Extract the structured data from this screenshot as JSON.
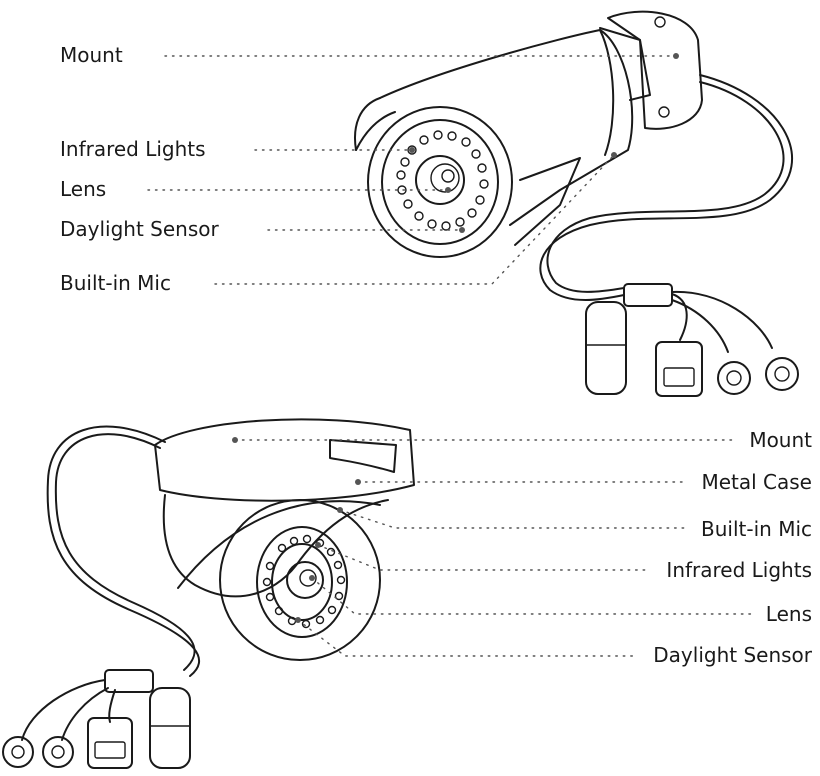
{
  "bullet_labels": {
    "mount": "Mount",
    "infrared": "Infrared Lights",
    "lens": "Lens",
    "daylight": "Daylight Sensor",
    "mic": "Built-in Mic"
  },
  "dome_labels": {
    "mount": "Mount",
    "metal_case": "Metal Case",
    "mic": "Built-in Mic",
    "infrared": "Infrared Lights",
    "lens": "Lens",
    "daylight": "Daylight Sensor"
  }
}
